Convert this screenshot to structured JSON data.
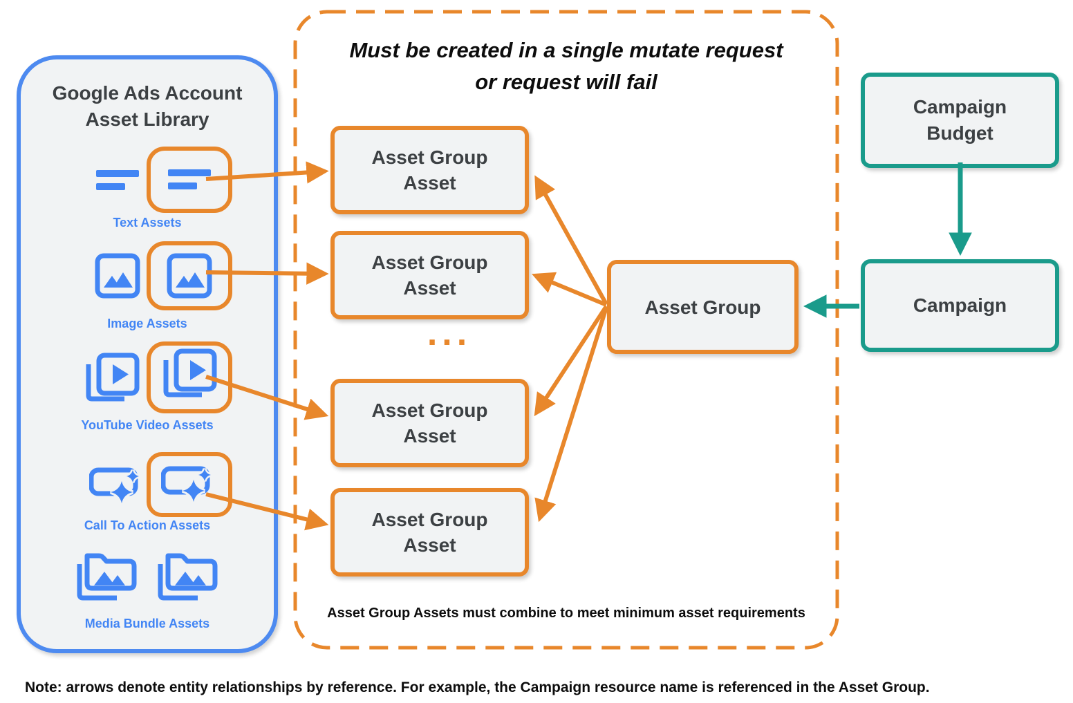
{
  "colors": {
    "blue": "#4D8AF0",
    "icon_blue": "#4285F4",
    "orange": "#E8872B",
    "teal": "#1A9B8B",
    "box_fill": "#F1F3F4",
    "dark_text": "#3C4043",
    "black_text": "#0d0d0d"
  },
  "icons": [
    "text-asset-icon",
    "image-asset-icon",
    "youtube-video-asset-icon",
    "call-to-action-asset-icon",
    "media-bundle-asset-icon"
  ],
  "sidebar": {
    "title_line1": "Google Ads Account",
    "title_line2": "Asset Library",
    "items": [
      {
        "label": "Text Assets"
      },
      {
        "label": "Image Assets"
      },
      {
        "label": "YouTube Video  Assets"
      },
      {
        "label": "Call To Action Assets"
      },
      {
        "label": "Media Bundle  Assets"
      }
    ]
  },
  "mutate_box": {
    "title_line1": "Must be created in a single mutate request",
    "title_line2": "or request will fail",
    "asset_boxes": [
      {
        "label": "Asset Group Asset"
      },
      {
        "label": "Asset Group Asset"
      },
      {
        "label": "Asset Group Asset"
      },
      {
        "label": "Asset Group Asset"
      }
    ],
    "ellipsis": "...",
    "footnote": "Asset Group Assets must combine to meet minimum asset requirements"
  },
  "asset_group": {
    "label": "Asset Group"
  },
  "campaign_budget": {
    "label": "Campaign Budget"
  },
  "campaign": {
    "label": "Campaign"
  },
  "note": {
    "text": "Note: arrows denote entity relationships by reference. For example, the Campaign resource name is referenced in the Asset Group."
  }
}
